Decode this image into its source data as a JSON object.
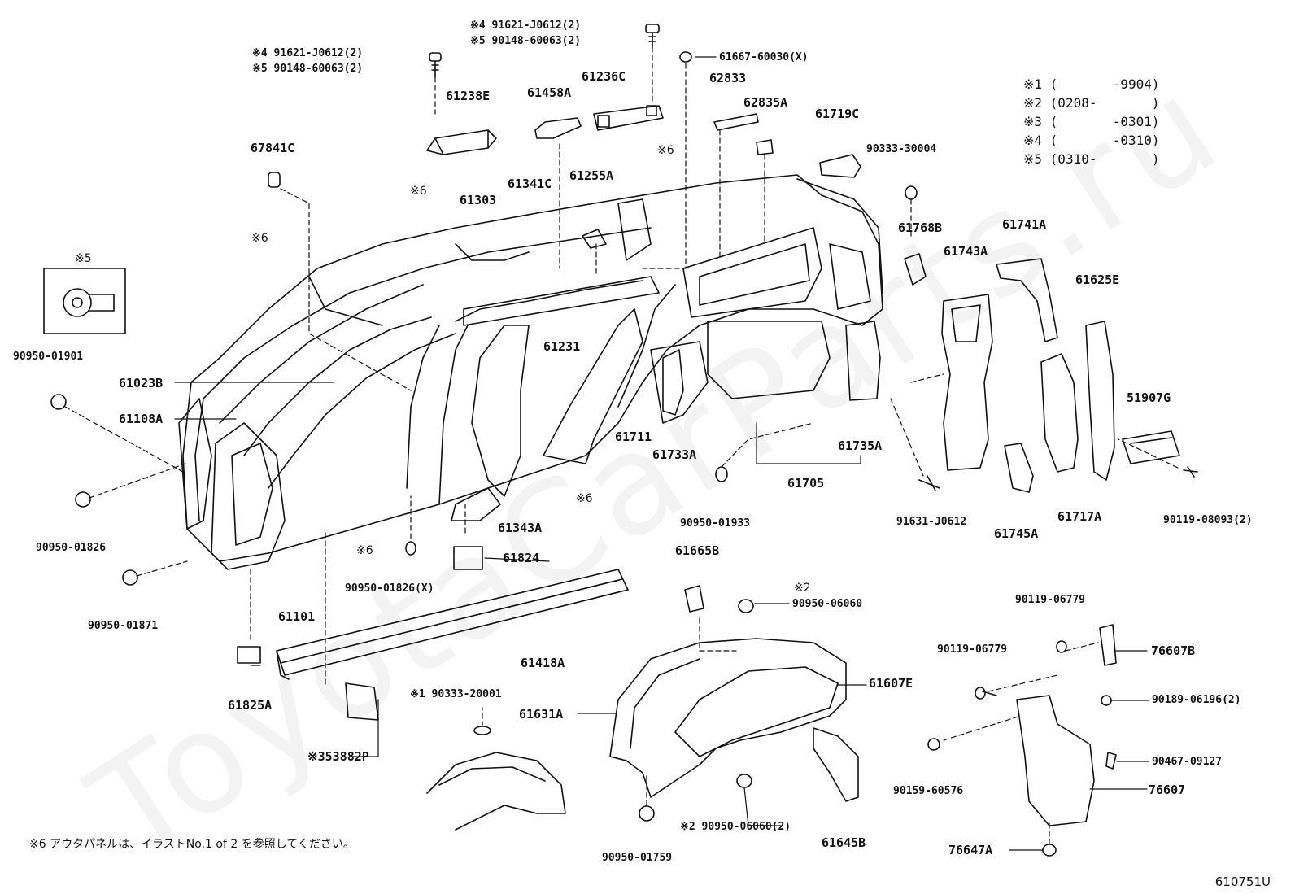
{
  "watermark": "ToyotaCarParts.ru",
  "footnote": "※6 アウタパネルは、イラストNo.1 of 2 を参照してください。",
  "diagram_code": "610751U",
  "legend": [
    "※1 (       -9904)",
    "※2 (0208-       )",
    "※3 (       -0301)",
    "※4 (       -0310)",
    "※5 (0310-       )"
  ],
  "labels": {
    "p_91621_top_a": "※4 91621-J0612(2)",
    "p_90148_top_a": "※5 90148-60063(2)",
    "p_91621_top_b": "※4 91621-J0612(2)",
    "p_90148_top_b": "※5 90148-60063(2)",
    "p_61667": "61667-60030(X)",
    "p_61238E": "61238E",
    "p_61458A": "61458A",
    "p_61236C": "61236C",
    "p_62833": "62833",
    "p_62835A": "62835A",
    "p_61719C": "61719C",
    "p_67841C": "67841C",
    "p_n6_a": "※6",
    "p_n6_b": "※6",
    "p_n6_c": "※6",
    "p_n6_d": "※6",
    "p_n6_e": "※6",
    "p_90333_30004": "90333-30004",
    "p_61303": "61303",
    "p_61341C": "61341C",
    "p_61255A": "61255A",
    "p_61768B": "61768B",
    "p_61741A": "61741A",
    "p_61743A": "61743A",
    "p_61625E": "61625E",
    "p_n5": "※5",
    "p_90950_01901": "90950-01901",
    "p_61231": "61231",
    "p_61023B": "61023B",
    "p_61108A": "61108A",
    "p_51907G": "51907G",
    "p_61711": "61711",
    "p_61733A": "61733A",
    "p_61735A": "61735A",
    "p_61705": "61705",
    "p_91631": "91631-J0612",
    "p_61717A": "61717A",
    "p_90119_08093": "90119-08093(2)",
    "p_61745A": "61745A",
    "p_90950_01933": "90950-01933",
    "p_90950_01826": "90950-01826",
    "p_61343A": "61343A",
    "p_61824": "61824",
    "p_61665B": "61665B",
    "p_90950_01826x": "90950-01826(X)",
    "p_61101": "61101",
    "p_90950_01871": "90950-01871",
    "p_n2_a": "※2",
    "p_90950_06060": "90950-06060",
    "p_90119_06779_a": "90119-06779",
    "p_90119_06779_b": "90119-06779",
    "p_76607B": "76607B",
    "p_61418A": "61418A",
    "p_61607E": "61607E",
    "p_90189": "90189-06196(2)",
    "p_61825A": "61825A",
    "p_90333_20001": "※1 90333-20001",
    "p_61631A": "61631A",
    "p_353882P": "※353882P",
    "p_90467": "90467-09127",
    "p_90159": "90159-60576",
    "p_76607": "76607",
    "p_90950_06060_2": "※2 90950-06060(2)",
    "p_61645B": "61645B",
    "p_76647A": "76647A",
    "p_90950_01759": "90950-01759"
  }
}
